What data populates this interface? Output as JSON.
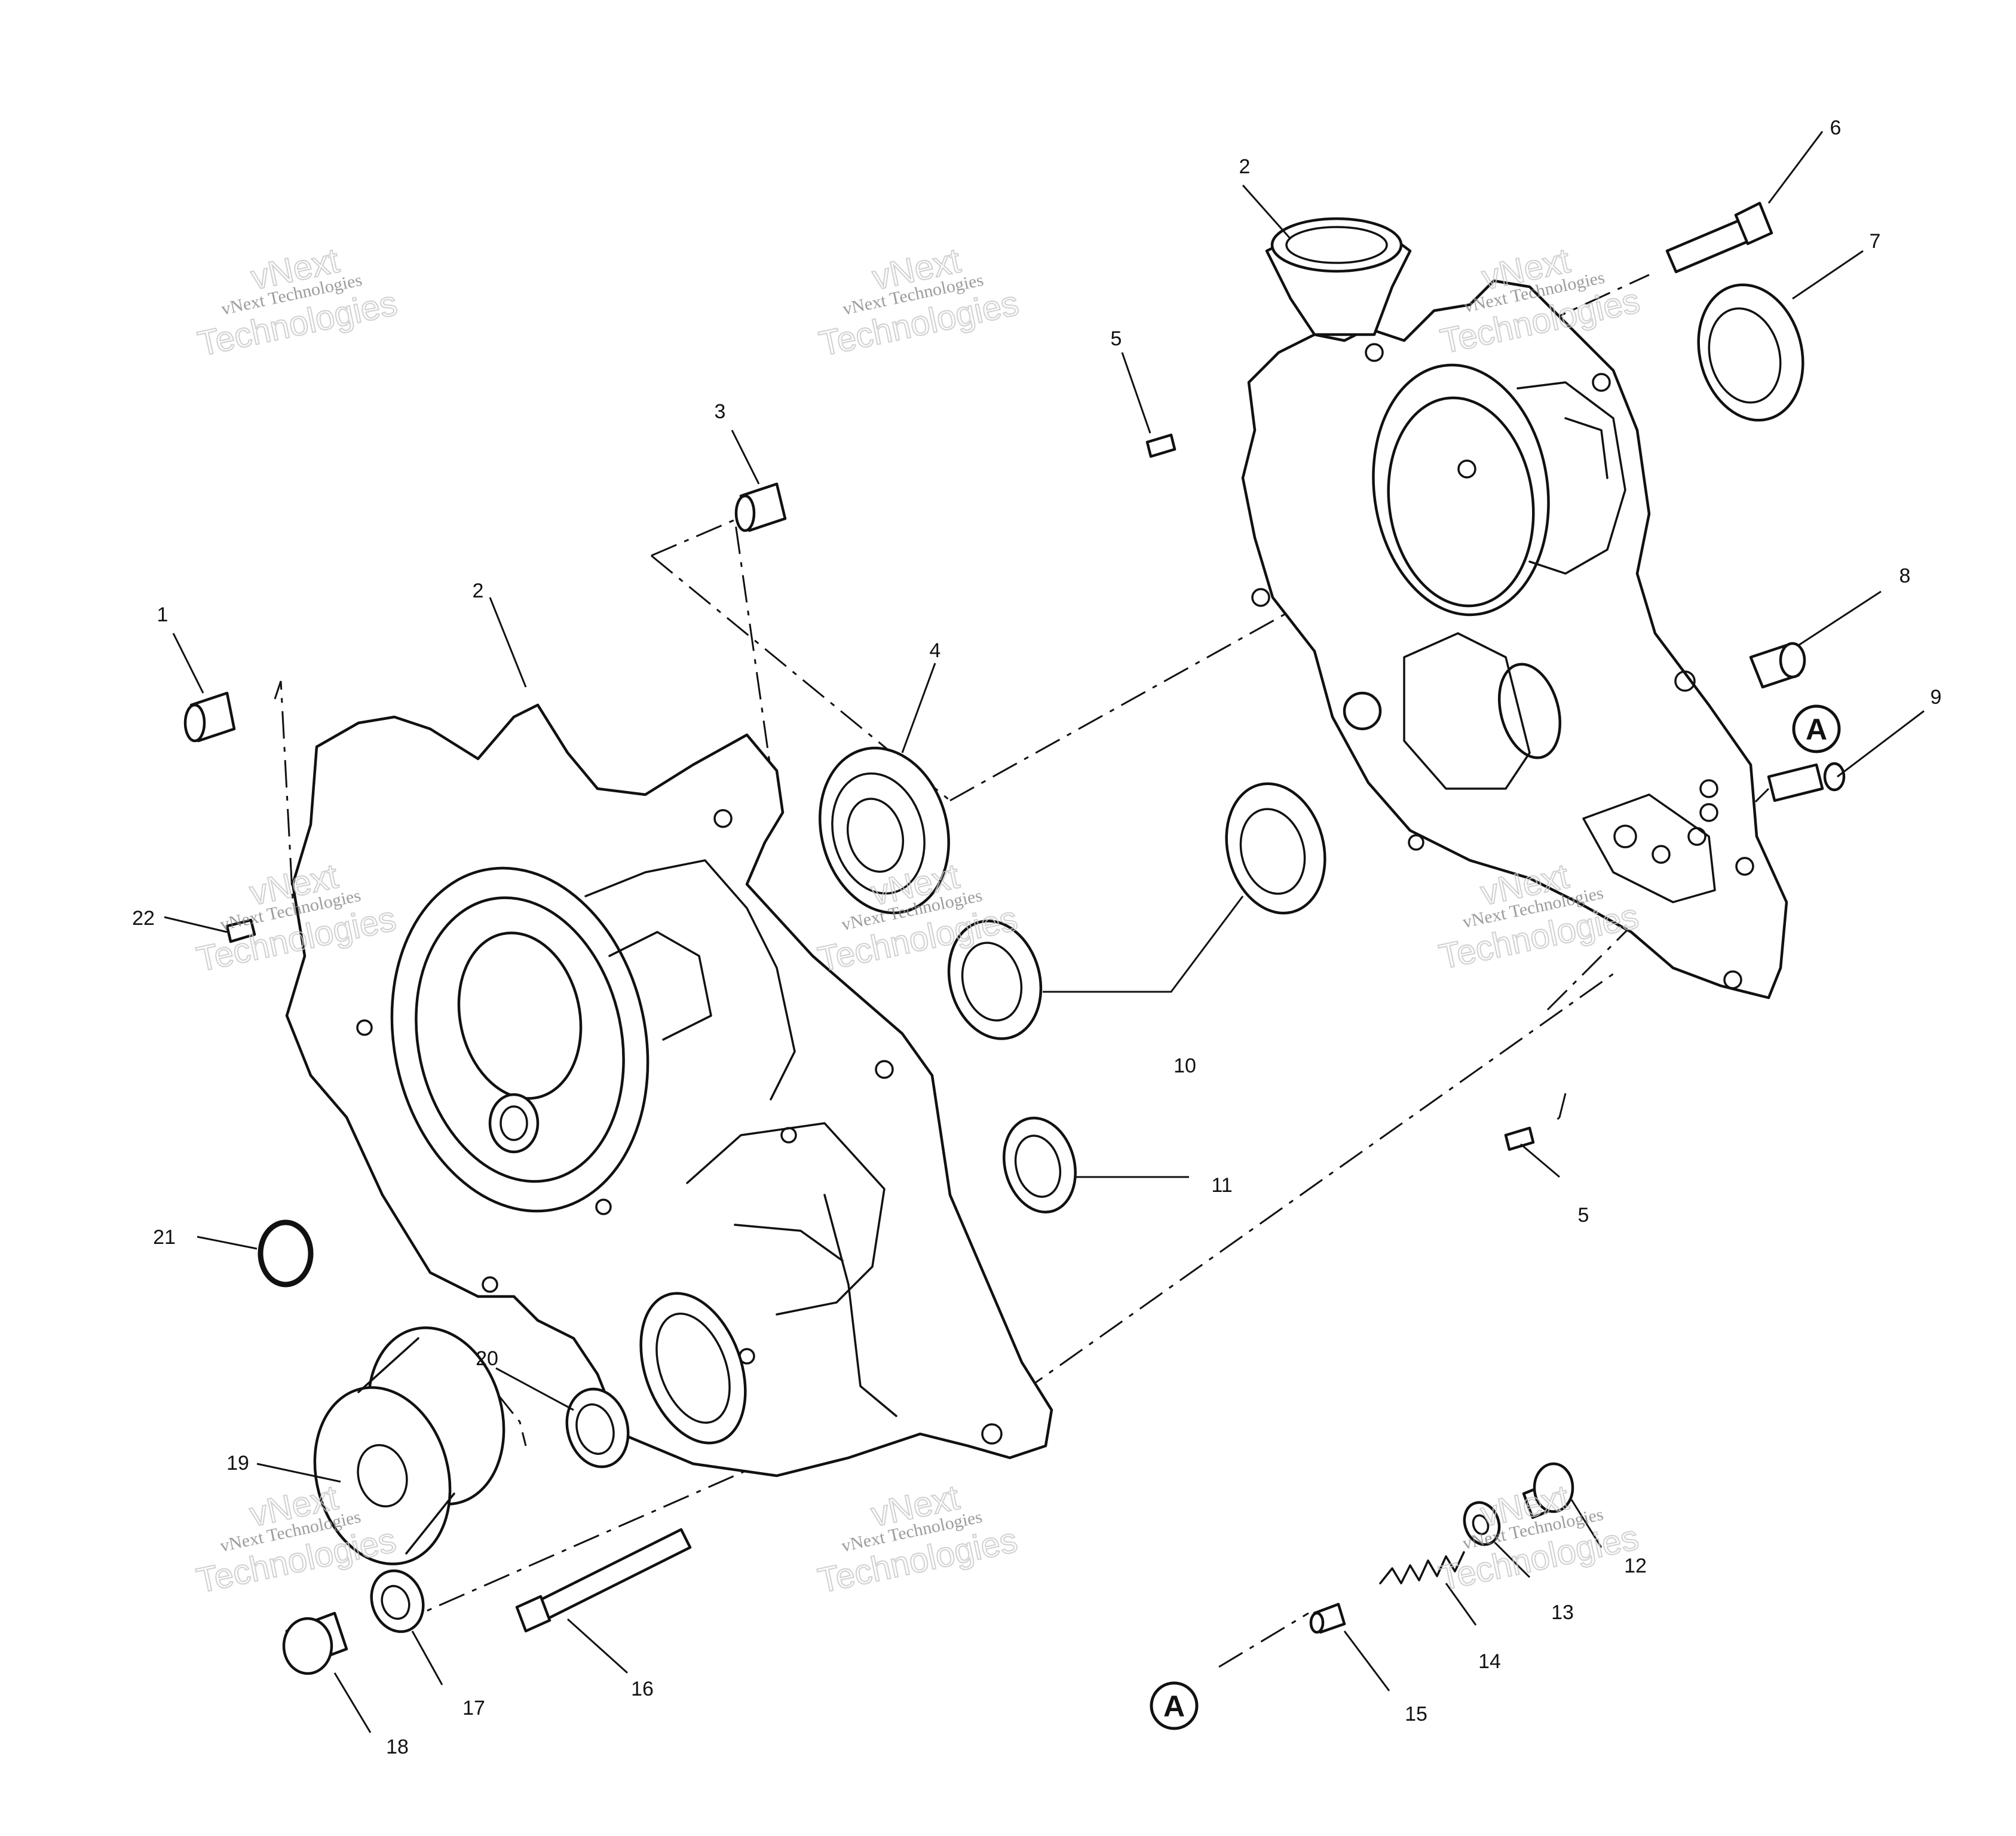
{
  "callouts": {
    "c1": "1",
    "c2a": "2",
    "c2b": "2",
    "c3": "3",
    "c4": "4",
    "c5a": "5",
    "c5b": "5",
    "c6": "6",
    "c7": "7",
    "c8": "8",
    "c9": "9",
    "c10": "10",
    "c11": "11",
    "c12": "12",
    "c13": "13",
    "c14": "14",
    "c15": "15",
    "c16": "16",
    "c17": "17",
    "c18": "18",
    "c19": "19",
    "c20": "20",
    "c21": "21",
    "c22": "22"
  },
  "reference_markers": {
    "a_right": "A",
    "a_bottom": "A"
  },
  "watermark": {
    "line1": "vNext Technologies",
    "line2": "vNext",
    "line3": "Technologies"
  }
}
